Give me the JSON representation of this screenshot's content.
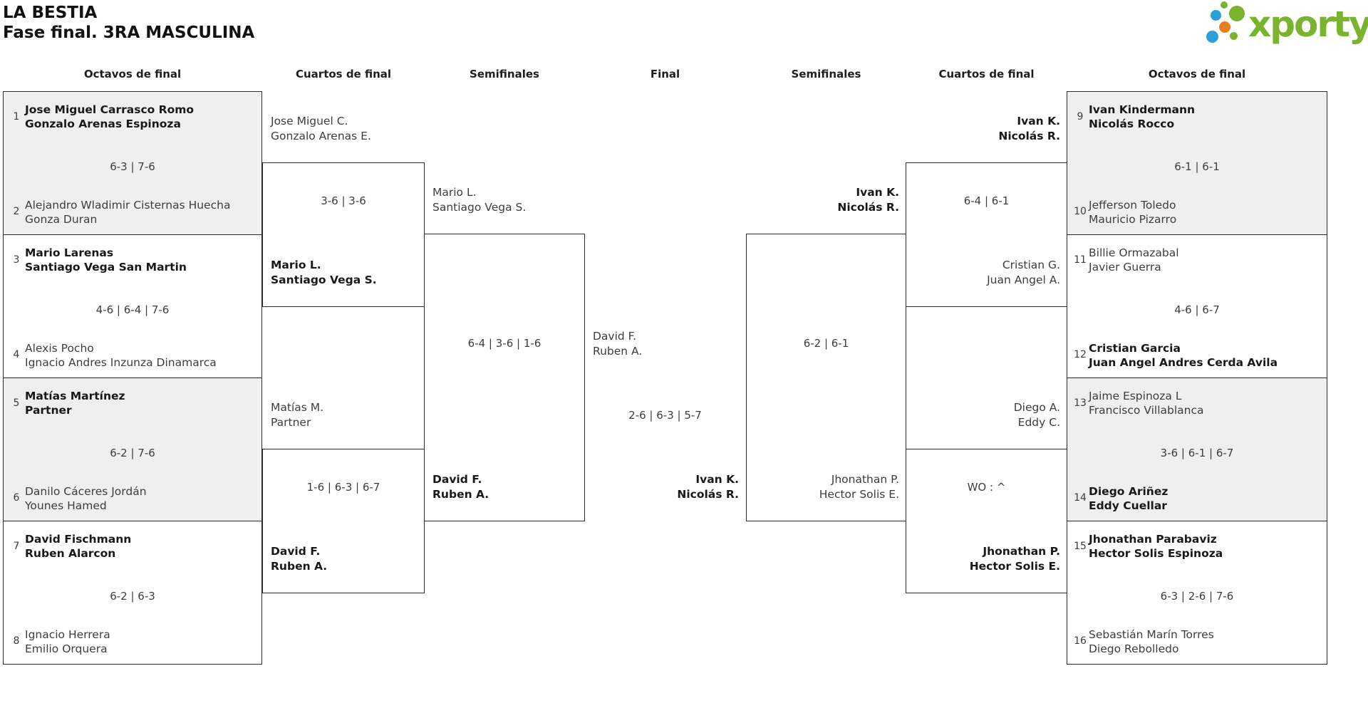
{
  "header": {
    "title": "LA BESTIA",
    "subtitle": "Fase final. 3RA MASCULINA"
  },
  "logo": {
    "text": "xporty",
    "green": "#7ab32d",
    "blue": "#29a0d8",
    "orange": "#e87e1e"
  },
  "colors": {
    "box_fill_alt": "#efefef",
    "box_border": "#2b2b2b"
  },
  "round_headers": [
    "Octavos de final",
    "Cuartos de final",
    "Semifinales",
    "Final",
    "Semifinales",
    "Cuartos de final",
    "Octavos de final"
  ],
  "bracket": {
    "r16_left": [
      {
        "seed_a": "1",
        "a1": "Jose Miguel Carrasco Romo",
        "a2": "Gonzalo Arenas Espinoza",
        "a_bold": true,
        "score": "6-3 | 7-6",
        "seed_b": "2",
        "b1": "Alejandro Wladimir Cisternas Huecha",
        "b2": "Gonza Duran",
        "b_bold": false
      },
      {
        "seed_a": "3",
        "a1": "Mario Larenas",
        "a2": "Santiago Vega San Martin",
        "a_bold": true,
        "score": "4-6 | 6-4 | 7-6",
        "seed_b": "4",
        "b1": "Alexis Pocho",
        "b2": "Ignacio Andres Inzunza Dinamarca",
        "b_bold": false
      },
      {
        "seed_a": "5",
        "a1": "Matías Martínez",
        "a2": "Partner",
        "a_bold": true,
        "score": "6-2 | 7-6",
        "seed_b": "6",
        "b1": "Danilo Cáceres Jordán",
        "b2": "Younes Hamed",
        "b_bold": false
      },
      {
        "seed_a": "7",
        "a1": "David Fischmann",
        "a2": "Ruben Alarcon",
        "a_bold": true,
        "score": "6-2 | 6-3",
        "seed_b": "8",
        "b1": "Ignacio Herrera",
        "b2": "Emilio Orquera",
        "b_bold": false
      }
    ],
    "qf_left": [
      {
        "a1": "Jose Miguel C.",
        "a2": "Gonzalo Arenas E.",
        "a_bold": false,
        "score": "3-6 | 3-6",
        "b1": "Mario L.",
        "b2": "Santiago Vega S.",
        "b_bold": true
      },
      {
        "a1": "Matías M.",
        "a2": "Partner",
        "a_bold": false,
        "score": "1-6 | 6-3 | 6-7",
        "b1": "David F.",
        "b2": "Ruben A.",
        "b_bold": true
      }
    ],
    "sf_left": {
      "a1": "Mario L.",
      "a2": "Santiago Vega S.",
      "a_bold": false,
      "score": "6-4 | 3-6 | 1-6",
      "b1": "David F.",
      "b2": "Ruben A.",
      "b_bold": true
    },
    "final": {
      "a1": "David F.",
      "a2": "Ruben A.",
      "a_bold": false,
      "score": "2-6 | 6-3 | 5-7",
      "b1": "Ivan K.",
      "b2": "Nicolás R.",
      "b_bold": true
    },
    "sf_right": {
      "a1": "Ivan K.",
      "a2": "Nicolás R.",
      "a_bold": true,
      "score": "6-2 | 6-1",
      "b1": "Jhonathan P.",
      "b2": "Hector Solis E.",
      "b_bold": false
    },
    "qf_right": [
      {
        "a1": "Ivan K.",
        "a2": "Nicolás R.",
        "a_bold": true,
        "score": "6-4 | 6-1",
        "b1": "Cristian G.",
        "b2": "Juan Angel A.",
        "b_bold": false
      },
      {
        "a1": "Diego A.",
        "a2": "Eddy C.",
        "a_bold": false,
        "score": "WO : ^",
        "b1": "Jhonathan P.",
        "b2": "Hector Solis E.",
        "b_bold": true
      }
    ],
    "r16_right": [
      {
        "seed_a": "9",
        "a1": "Ivan Kindermann",
        "a2": "Nicolás Rocco",
        "a_bold": true,
        "score": "6-1 | 6-1",
        "seed_b": "10",
        "b1": "Jefferson Toledo",
        "b2": "Mauricio Pizarro",
        "b_bold": false
      },
      {
        "seed_a": "11",
        "a1": "Billie Ormazabal",
        "a2": "Javier Guerra",
        "a_bold": false,
        "score": "4-6 | 6-7",
        "seed_b": "12",
        "b1": "Cristian Garcia",
        "b2": "Juan Angel Andres Cerda Avila",
        "b_bold": true
      },
      {
        "seed_a": "13",
        "a1": "Jaime Espinoza L",
        "a2": "Francisco Villablanca",
        "a_bold": false,
        "score": "3-6 | 6-1 | 6-7",
        "seed_b": "14",
        "b1": "Diego Ariñez",
        "b2": "Eddy Cuellar",
        "b_bold": true
      },
      {
        "seed_a": "15",
        "a1": "Jhonathan Parabaviz",
        "a2": "Hector Solis Espinoza",
        "a_bold": true,
        "score": "6-3 | 2-6 | 7-6",
        "seed_b": "16",
        "b1": "Sebastián Marín Torres",
        "b2": "Diego Rebolledo",
        "b_bold": false
      }
    ]
  }
}
